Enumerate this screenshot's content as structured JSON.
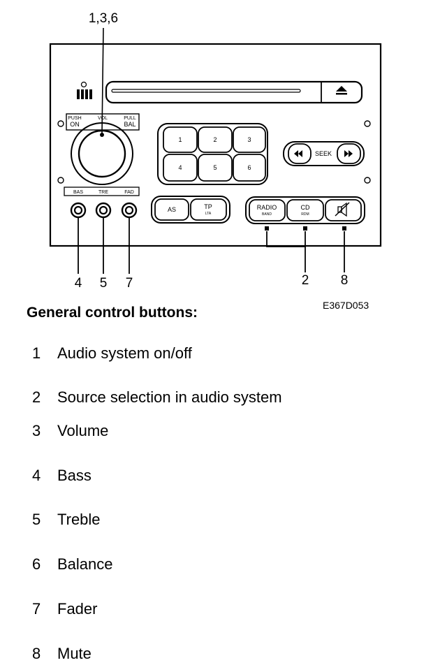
{
  "callouts": {
    "top": "1,3,6",
    "bas": "4",
    "tre": "5",
    "fad": "7",
    "source": "2",
    "mute": "8"
  },
  "panel_labels": {
    "push_on": "PUSH",
    "on": "ON",
    "vol": "VOL",
    "pull_bal": "PULL",
    "bal": "BAL",
    "bas": "BAS",
    "tre": "TRE",
    "fad": "FAD",
    "preset_1": "1",
    "preset_2": "2",
    "preset_3": "3",
    "preset_4": "4",
    "preset_5": "5",
    "preset_6": "6",
    "seek": "SEEK",
    "as": "AS",
    "tp": "TP",
    "tp_sub": "LTA",
    "radio": "RADIO",
    "radio_sub": "BAND",
    "cd": "CD",
    "cd_sub": "RDM"
  },
  "figure_code": "E367D053",
  "heading": "General control buttons:",
  "legend": [
    {
      "number": "1",
      "text": "Audio system on/off"
    },
    {
      "number": "2",
      "text": "Source selection in audio system"
    },
    {
      "number": "3",
      "text": "Volume"
    },
    {
      "number": "4",
      "text": "Bass"
    },
    {
      "number": "5",
      "text": "Treble"
    },
    {
      "number": "6",
      "text": "Balance"
    },
    {
      "number": "7",
      "text": "Fader"
    },
    {
      "number": "8",
      "text": "Mute"
    }
  ]
}
